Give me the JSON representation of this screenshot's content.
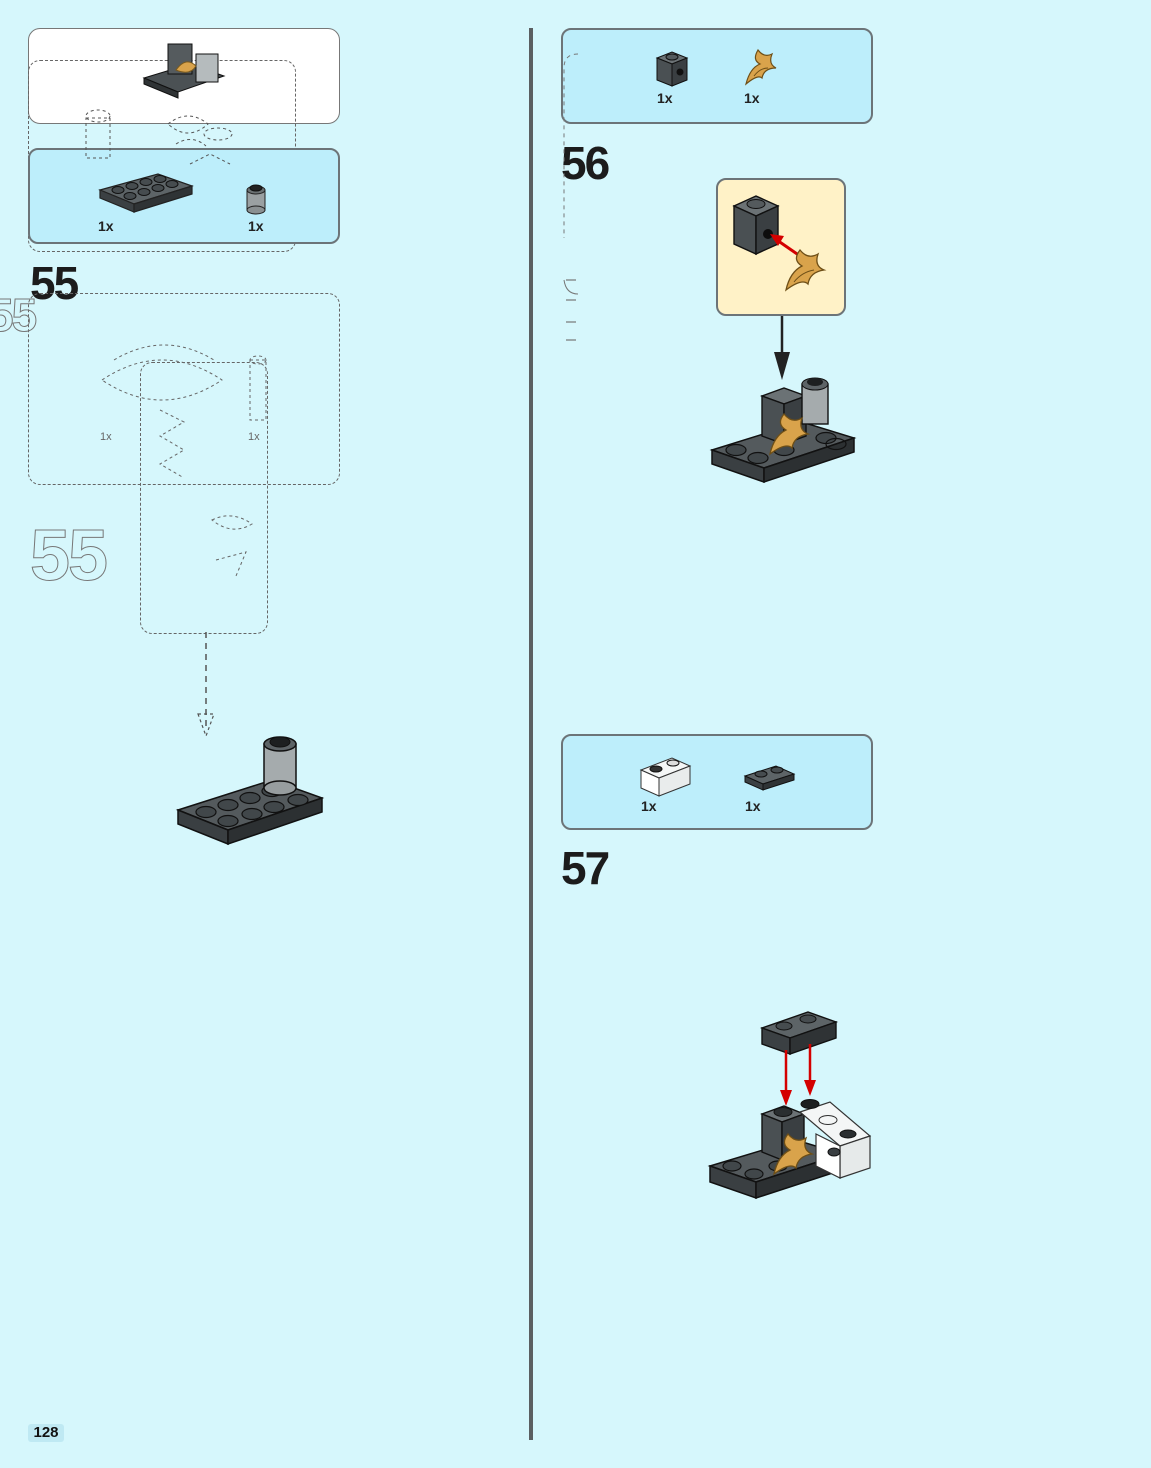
{
  "page": {
    "number": "128"
  },
  "steps": [
    {
      "id": "55",
      "label": "55",
      "parts": [
        {
          "qty": "1x",
          "part": "plate-2x4-dark-gray"
        },
        {
          "qty": "1x",
          "part": "round-brick-1x1-gray"
        }
      ]
    },
    {
      "id": "56",
      "label": "56",
      "parts": [
        {
          "qty": "1x",
          "part": "brick-1x1-with-hole-dark-gray"
        },
        {
          "qty": "1x",
          "part": "flame-element-gold"
        }
      ]
    },
    {
      "id": "57",
      "label": "57",
      "parts": [
        {
          "qty": "1x",
          "part": "brick-1x2-transparent-clear"
        },
        {
          "qty": "1x",
          "part": "plate-1x2-dark-gray"
        }
      ]
    }
  ],
  "ghost_labels": {
    "a": "55",
    "b": "55"
  },
  "colors": {
    "background": "#d6f7fc",
    "parts_box": "#bdeefb",
    "callout": "#fff2c7",
    "brick_dark": "#4a5053",
    "brick_light": "#6e7578",
    "gold": "#d9a34b",
    "arrow": "#d40000"
  }
}
